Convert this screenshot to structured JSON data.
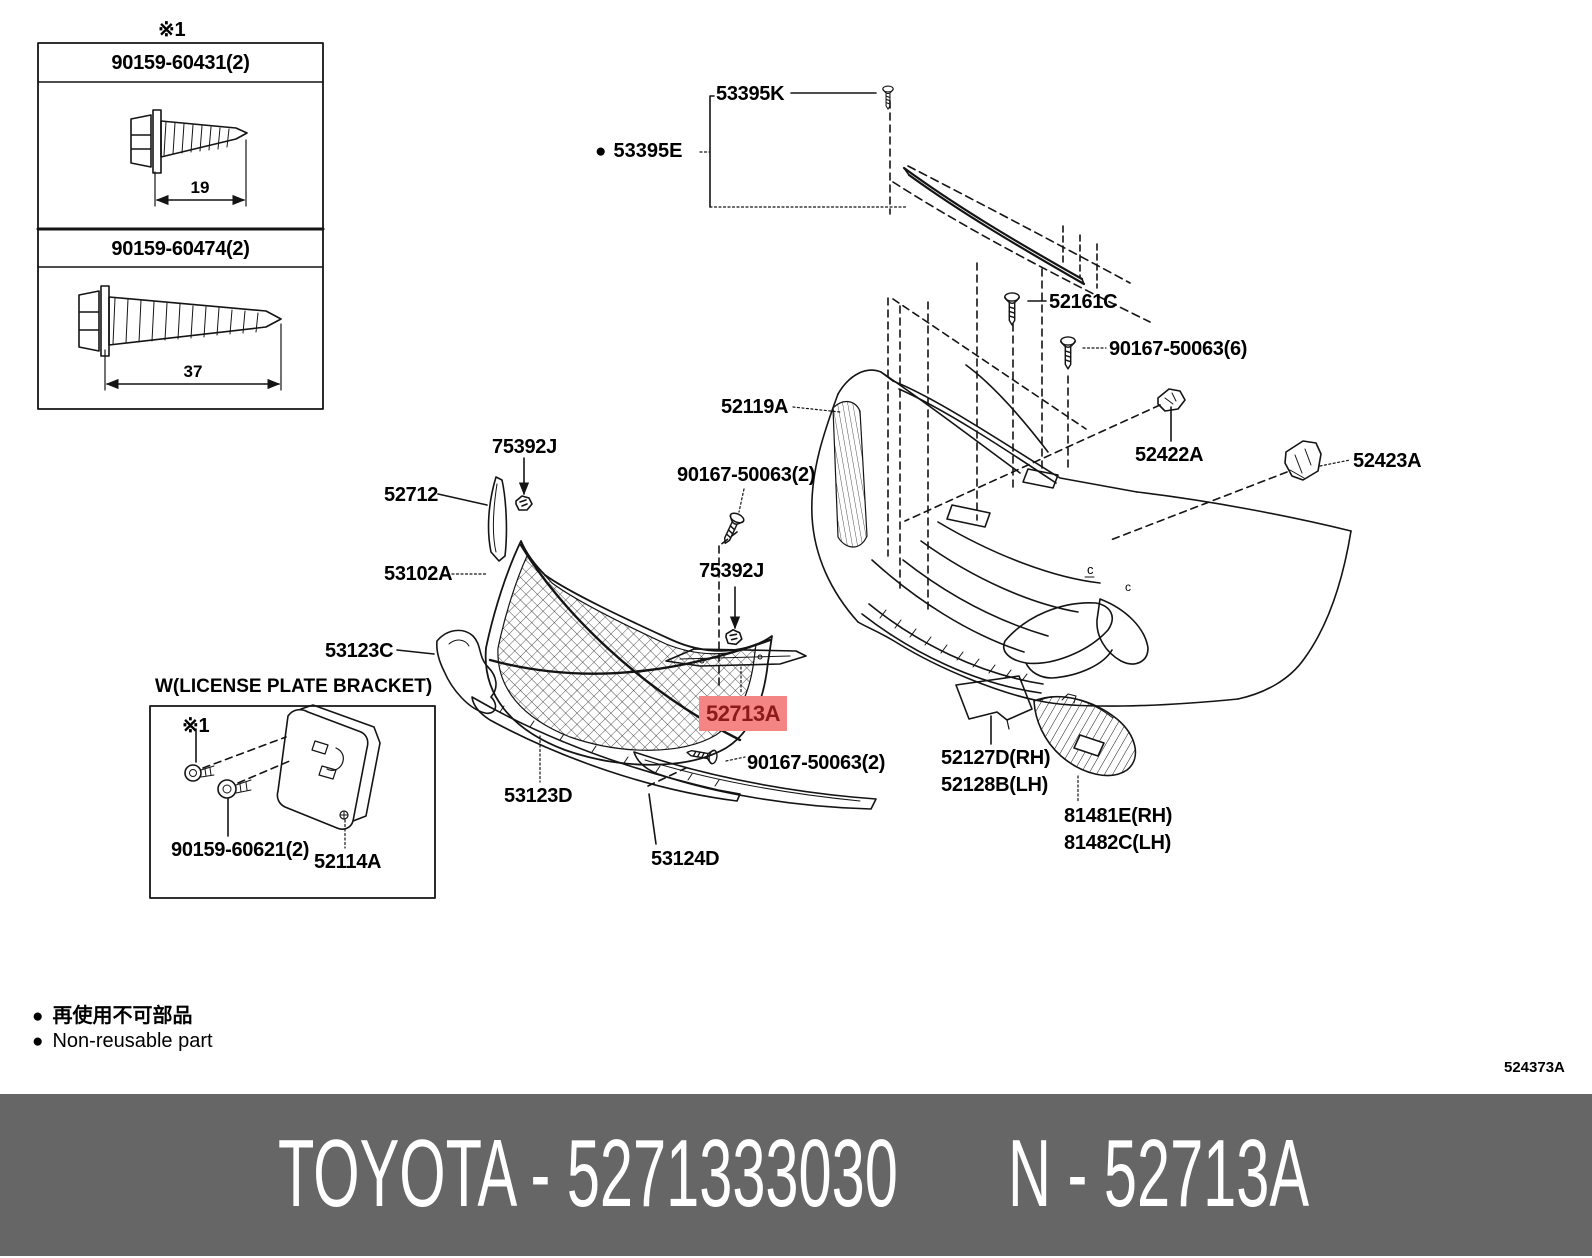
{
  "meta": {
    "drawing_code": "524373A"
  },
  "footer_bar": {
    "left_text": "TOYOTA - 5271333030",
    "right_text": "N - 52713A",
    "bg_color": "#666666"
  },
  "legend": {
    "bullet": "●",
    "line1_jp": "再使用不可部品",
    "line2_en": "Non-reusable part"
  },
  "inset": {
    "ref_mark": "※1",
    "screws": [
      {
        "part_number": "90159-60431(2)",
        "length_label": "19"
      },
      {
        "part_number": "90159-60474(2)",
        "length_label": "37"
      }
    ]
  },
  "license_bracket": {
    "title": "W(LICENSE PLATE BRACKET)",
    "ref_mark": "※1",
    "screw_part": "90159-60621(2)",
    "bracket_part": "52114A"
  },
  "callouts": {
    "seal_bullet": "●",
    "seal": "53395E",
    "seal_clip": "53395K",
    "bolt_52161C": "52161C",
    "screw_6x": "90167-50063(6)",
    "bumper_cover": "52119A",
    "clip_52422A": "52422A",
    "bracket_52423A": "52423A",
    "clip_75392J_upper": "75392J",
    "molding_52712": "52712",
    "screw_2x_upper": "90167-50063(2)",
    "grille_53102A": "53102A",
    "clip_75392J_lower": "75392J",
    "corner_53123C": "53123C",
    "molding_52713A": "52713A",
    "screw_2x_lower": "90167-50063(2)",
    "strip_53123D": "53123D",
    "strip_53124D": "53124D",
    "cover_rh": "52127D(RH)",
    "cover_lh": "52128B(LH)",
    "bezel_rh": "81481E(RH)",
    "bezel_lh": "81482C(LH)"
  },
  "diagram_marks": {
    "c1": "c",
    "c2": "c"
  },
  "colors": {
    "highlight_bg": "#f48585",
    "highlight_text": "#8c1a1a",
    "line": "#141414"
  }
}
